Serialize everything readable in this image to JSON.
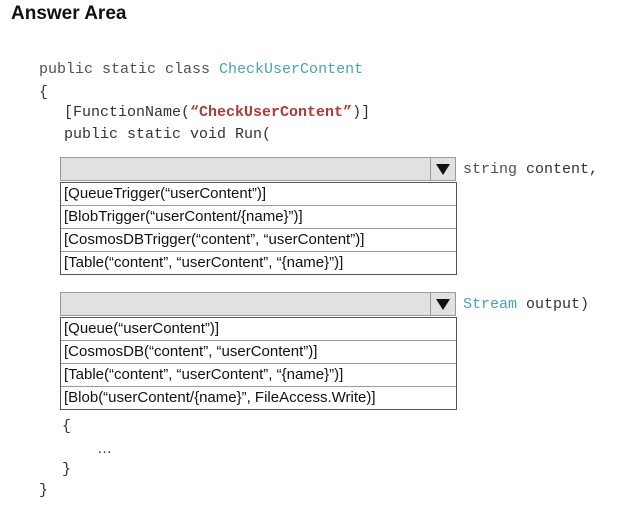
{
  "heading": "Answer Area",
  "code": {
    "line1_kw": "public static class",
    "line1_class": "CheckUserContent",
    "open_brace": "{",
    "attr_prefix": "[FunctionName(",
    "attr_value": "“CheckUserContent”",
    "attr_suffix": ")]",
    "method_sig": "public static void Run(",
    "param1_type": "string",
    "param1_rest": "content,",
    "param2_type": "Stream",
    "param2_rest": "output)",
    "body_open": "{",
    "ellipsis": "…",
    "body_close": "}",
    "close_brace": "}"
  },
  "dropdown1": {
    "options": [
      "[QueueTrigger(“userContent”)]",
      "[BlobTrigger(“userContent/{name}”)]",
      "[CosmosDBTrigger(“content”, “userContent”)]",
      "[Table(“content”, “userContent”, “{name}”)]"
    ]
  },
  "dropdown2": {
    "options": [
      "[Queue(“userContent”)]",
      "[CosmosDB(“content”, “userContent”)]",
      "[Table(“content”, “userContent”, “{name}”)]",
      "[Blob(“userContent/{name}”, FileAccess.Write)]"
    ]
  },
  "colors": {
    "class_name": "#4aa3b3",
    "string_literal": "#b0373a",
    "dropdown_header": "#e1e1e1"
  }
}
